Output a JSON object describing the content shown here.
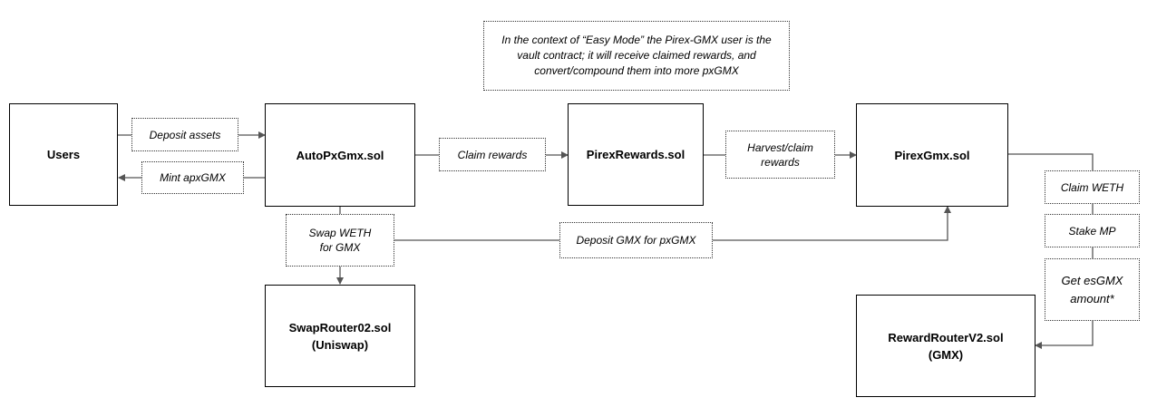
{
  "note": "In the context of “Easy Mode” the Pirex-GMX user is the vault contract; it will receive claimed rewards, and convert/compound them into more pxGMX",
  "boxes": {
    "users": "Users",
    "autopxgmx": "AutoPxGmx.sol",
    "pirexrewards": "PirexRewards.sol",
    "pirexgmx": "PirexGmx.sol",
    "swaprouter": "SwapRouter02.sol\n(Uniswap)",
    "rewardrouter": "RewardRouterV2.sol\n(GMX)"
  },
  "labels": {
    "deposit_assets": "Deposit assets",
    "mint_apxgmx": "Mint apxGMX",
    "claim_rewards": "Claim rewards",
    "harvest_claim": "Harvest/claim\nrewards",
    "swap_weth": "Swap WETH\nfor GMX",
    "deposit_gmx": "Deposit GMX for pxGMX",
    "claim_weth": "Claim WETH",
    "stake_mp": "Stake MP",
    "get_esgmx": "Get esGMX\namount*"
  },
  "colors": {
    "line": "#555555",
    "box_border": "#000000"
  }
}
